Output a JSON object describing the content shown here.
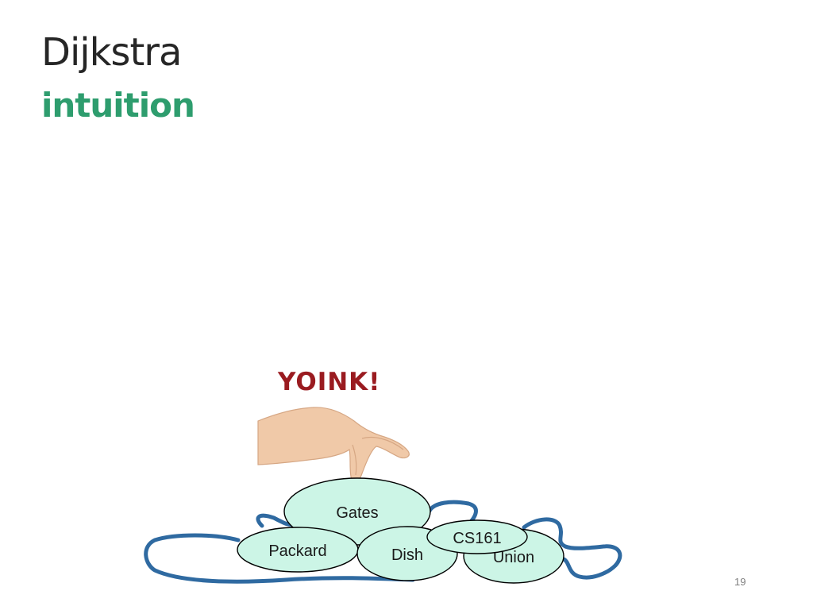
{
  "slide": {
    "title": "Dijkstra",
    "subtitle": "intuition",
    "page_number": "19"
  },
  "annotation": {
    "text": "YOINK!"
  },
  "nodes": {
    "gates": "Gates",
    "packard": "Packard",
    "dish": "Dish",
    "union": "Union",
    "cs161": "CS161"
  },
  "colors": {
    "title": "#262626",
    "subtitle": "#2e9d6e",
    "yoink": "#9a1b20",
    "node_fill": "#ccf5e6",
    "node_stroke": "#000000",
    "string": "#2f6aa1"
  },
  "icons": {
    "hand": "hand-pinching-icon"
  }
}
